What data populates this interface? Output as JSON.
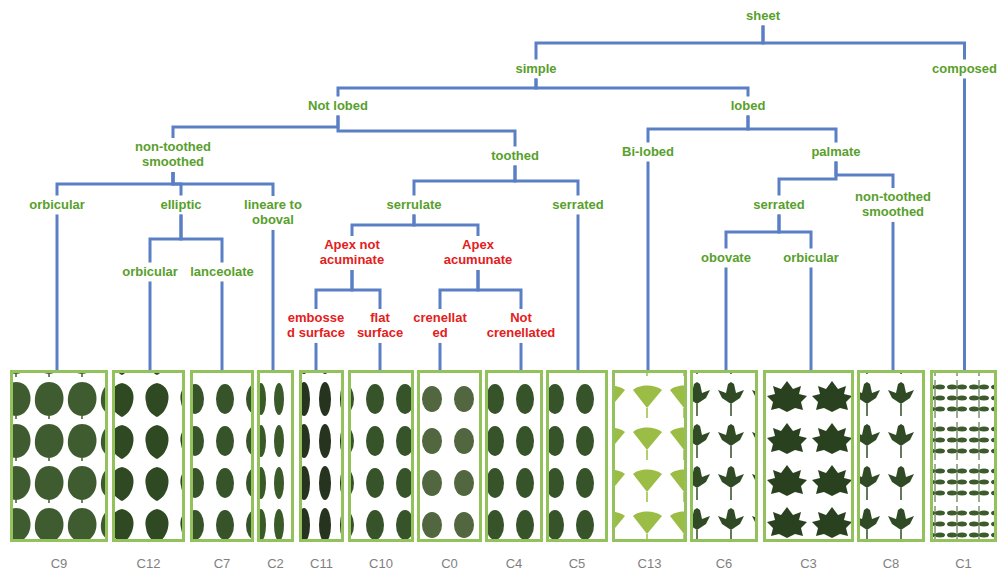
{
  "diagram": {
    "nodes": [
      {
        "text": [
          "sheet"
        ]
      },
      {
        "text": [
          "simple"
        ]
      },
      {
        "text": [
          "composed"
        ]
      },
      {
        "text": [
          "Not lobed"
        ]
      },
      {
        "text": [
          "lobed"
        ]
      },
      {
        "text": [
          "non-toothed smoothed"
        ]
      },
      {
        "text": [
          "toothed"
        ]
      },
      {
        "text": [
          "Bi-lobed"
        ]
      },
      {
        "text": [
          "palmate"
        ]
      },
      {
        "text": [
          "orbicular"
        ]
      },
      {
        "text": [
          "elliptic"
        ]
      },
      {
        "text": [
          "lineare to oboval"
        ]
      },
      {
        "text": [
          "serrulate"
        ]
      },
      {
        "text": [
          "serrated"
        ]
      },
      {
        "text": [
          "serrated"
        ]
      },
      {
        "text": [
          "non-toothed smoothed"
        ]
      },
      {
        "text": [
          "orbicular"
        ]
      },
      {
        "text": [
          "lanceolate"
        ]
      },
      {
        "text": [
          "Apex not acuminate"
        ]
      },
      {
        "text": [
          "Apex acumunate"
        ]
      },
      {
        "text": [
          "obovate"
        ]
      },
      {
        "text": [
          "orbicular"
        ]
      },
      {
        "text": [
          "embosse d surface"
        ]
      },
      {
        "text": [
          "flat surface"
        ]
      },
      {
        "text": [
          "crenellat ed"
        ]
      },
      {
        "text": [
          "Not crenellated"
        ]
      },
      {
        "text": [
          "C9"
        ]
      },
      {
        "text": [
          "C12"
        ]
      },
      {
        "text": [
          "C7"
        ]
      },
      {
        "text": [
          "C2"
        ]
      },
      {
        "text": [
          "C11"
        ]
      },
      {
        "text": [
          "C10"
        ]
      },
      {
        "text": [
          "C0"
        ]
      },
      {
        "text": [
          "C4"
        ]
      },
      {
        "text": [
          "C5"
        ]
      },
      {
        "text": [
          "C13"
        ]
      },
      {
        "text": [
          "C6"
        ]
      },
      {
        "text": [
          "C3"
        ]
      },
      {
        "text": [
          "C8"
        ]
      },
      {
        "text": [
          "C1"
        ]
      }
    ],
    "edges": [
      {
        "from": 0,
        "to": 1,
        "arrow": "none"
      },
      {
        "from": 0,
        "to": 2,
        "arrow": "none"
      },
      {
        "from": 1,
        "to": 3,
        "arrow": "none"
      },
      {
        "from": 1,
        "to": 4,
        "arrow": "none"
      },
      {
        "from": 3,
        "to": 5,
        "arrow": "none"
      },
      {
        "from": 3,
        "to": 6,
        "arrow": "none"
      },
      {
        "from": 4,
        "to": 7,
        "arrow": "none"
      },
      {
        "from": 4,
        "to": 8,
        "arrow": "none"
      },
      {
        "from": 5,
        "to": 9,
        "arrow": "none"
      },
      {
        "from": 5,
        "to": 10,
        "arrow": "none"
      },
      {
        "from": 5,
        "to": 11,
        "arrow": "none"
      },
      {
        "from": 6,
        "to": 12,
        "arrow": "none"
      },
      {
        "from": 6,
        "to": 13,
        "arrow": "none"
      },
      {
        "from": 8,
        "to": 14,
        "arrow": "none"
      },
      {
        "from": 8,
        "to": 15,
        "arrow": "none"
      },
      {
        "from": 10,
        "to": 16,
        "arrow": "none"
      },
      {
        "from": 10,
        "to": 17,
        "arrow": "none"
      },
      {
        "from": 12,
        "to": 18,
        "arrow": "none"
      },
      {
        "from": 12,
        "to": 19,
        "arrow": "none"
      },
      {
        "from": 14,
        "to": 20,
        "arrow": "none"
      },
      {
        "from": 14,
        "to": 21,
        "arrow": "none"
      },
      {
        "from": 18,
        "to": 22,
        "arrow": "none"
      },
      {
        "from": 18,
        "to": 23,
        "arrow": "none"
      },
      {
        "from": 19,
        "to": 24,
        "arrow": "none"
      },
      {
        "from": 19,
        "to": 25,
        "arrow": "none"
      },
      {
        "from": 9,
        "to": 26,
        "arrow": "none"
      },
      {
        "from": 16,
        "to": 27,
        "arrow": "none"
      },
      {
        "from": 17,
        "to": 28,
        "arrow": "none"
      },
      {
        "from": 11,
        "to": 29,
        "arrow": "none"
      },
      {
        "from": 22,
        "to": 30,
        "arrow": "none"
      },
      {
        "from": 23,
        "to": 31,
        "arrow": "none"
      },
      {
        "from": 24,
        "to": 32,
        "arrow": "none"
      },
      {
        "from": 25,
        "to": 33,
        "arrow": "none"
      },
      {
        "from": 13,
        "to": 34,
        "arrow": "none"
      },
      {
        "from": 7,
        "to": 35,
        "arrow": "none"
      },
      {
        "from": 20,
        "to": 36,
        "arrow": "none"
      },
      {
        "from": 21,
        "to": 37,
        "arrow": "none"
      },
      {
        "from": 15,
        "to": 38,
        "arrow": "none"
      },
      {
        "from": 2,
        "to": 39,
        "arrow": "none"
      }
    ]
  }
}
